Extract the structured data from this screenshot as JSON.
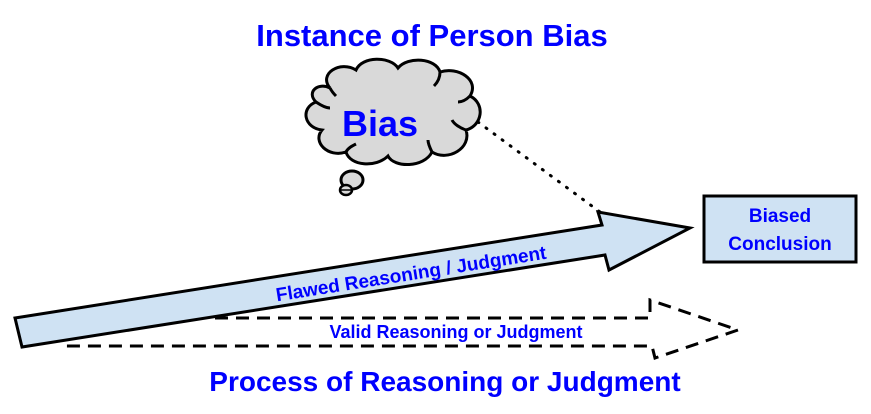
{
  "diagram": {
    "title": "Instance of Person Bias",
    "footer": "Process of Reasoning or Judgment",
    "cloud": {
      "label": "Bias",
      "fill": "#d9d9d9"
    },
    "flawed_arrow": {
      "label": "Flawed Reasoning / Judgment",
      "fill": "#cfe2f3"
    },
    "valid_arrow": {
      "label": "Valid Reasoning or Judgment",
      "style": "dashed"
    },
    "conclusion_box": {
      "line1": "Biased",
      "line2": "Conclusion",
      "fill": "#cfe2f3"
    },
    "colors": {
      "text": "#0000ff",
      "stroke": "#000000"
    }
  }
}
